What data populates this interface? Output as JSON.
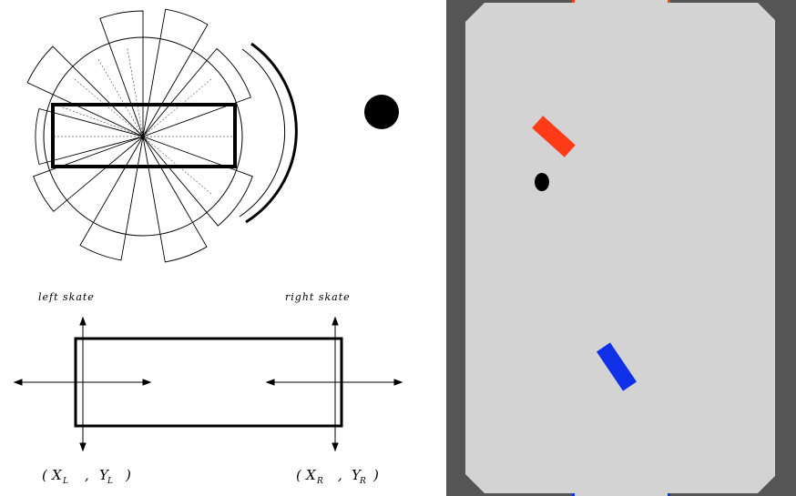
{
  "labels": {
    "left_skate": "left skate",
    "right_skate": "right skate",
    "left_coord_x": "X",
    "left_coord_x_sub": "L",
    "left_coord_y": "Y",
    "left_coord_y_sub": "L",
    "right_coord_x": "X",
    "right_coord_x_sub": "R",
    "right_coord_y": "Y",
    "right_coord_y_sub": "R",
    "open_paren": "(",
    "comma": ",",
    "close_paren": ")"
  },
  "colors": {
    "rink_border": "#555555",
    "rink_floor": "#d3d3d3",
    "red_paddle": "#ff3b1a",
    "blue_paddle": "#1030e8",
    "puck": "#000000",
    "goal_red": "#ff3b1a",
    "goal_blue": "#1030e8"
  }
}
